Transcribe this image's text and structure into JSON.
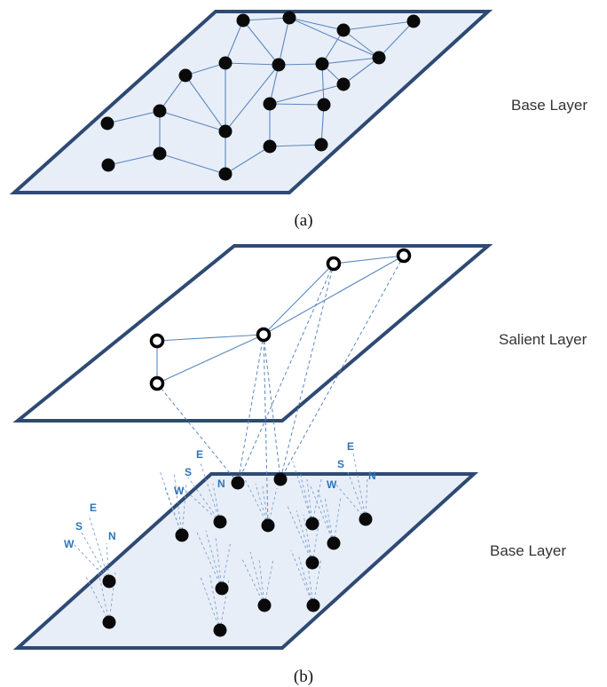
{
  "labels": {
    "base_layer_top": "Base Layer",
    "salient_layer": "Salient Layer",
    "base_layer_bottom": "Base Layer",
    "caption_a": "(a)",
    "caption_b": "(b)"
  },
  "compass": {
    "w": "W",
    "s": "S",
    "e": "E",
    "n": "N"
  },
  "colors": {
    "plane_fill": "#e8eef8",
    "plane_stroke": "#2e4a74",
    "edge": "#5b88bf",
    "node": "#0a0a0a",
    "salient_ring": "#000000",
    "compass_text": "#2e75b6"
  }
}
